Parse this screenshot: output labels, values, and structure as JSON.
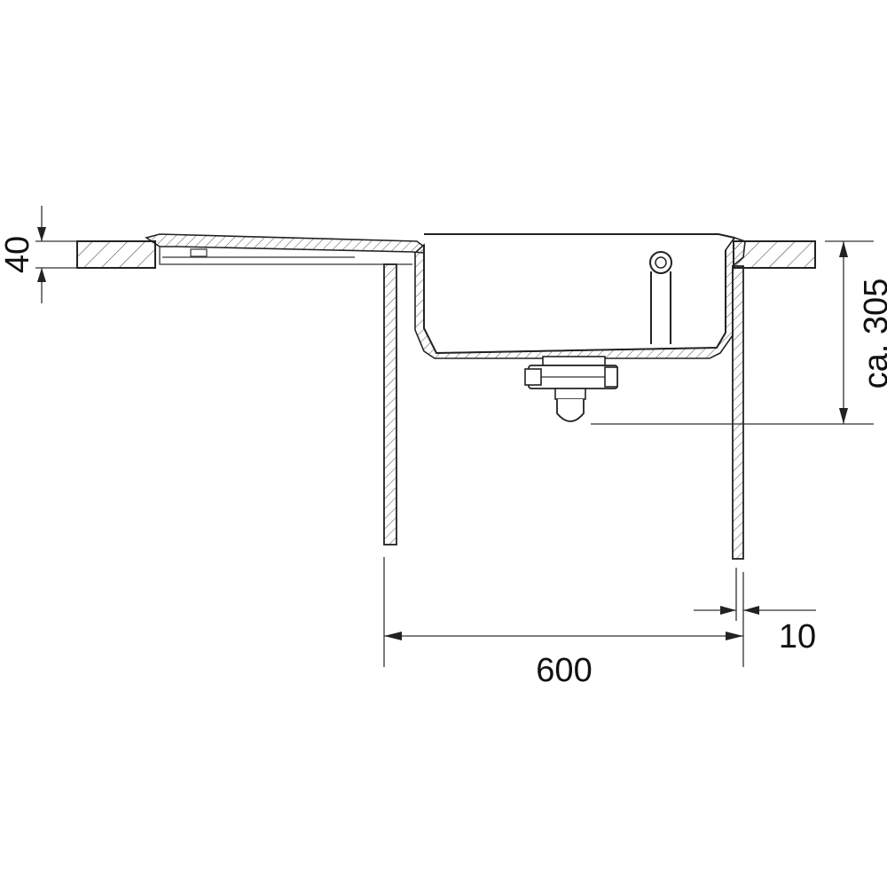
{
  "dimensions": {
    "countertop_thickness": "40",
    "sink_depth": "ca. 305",
    "cabinet_width": "600",
    "wall_offset": "10"
  },
  "colors": {
    "line": "#222222",
    "background": "#ffffff"
  }
}
